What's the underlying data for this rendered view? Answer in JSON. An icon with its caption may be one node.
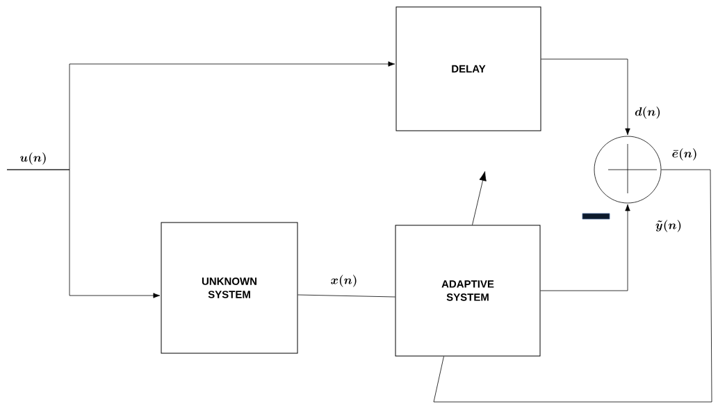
{
  "diagram": {
    "nodes": [
      {
        "text": [
          "DELAY"
        ]
      },
      {
        "text": [
          "UNKNOWN SYSTEM"
        ]
      },
      {
        "text": [
          "ADAPTIVE SYSTEM"
        ]
      },
      {
        "text": [],
        "shape": "circle"
      }
    ],
    "edges": [
      {
        "from": null,
        "to": 0,
        "arrow": "to"
      },
      {
        "from": null,
        "to": 1,
        "arrow": "to"
      },
      {
        "from": 1,
        "to": 2,
        "arrow": "none",
        "label": "x(n)"
      },
      {
        "from": 0,
        "to": 3,
        "arrow": "to",
        "label": "d(n)"
      },
      {
        "from": 2,
        "to": 3,
        "arrow": "to",
        "label": "\\tilde{y}(n)"
      },
      {
        "from": 3,
        "to": 2,
        "arrow": "none",
        "label": "\\bar{e}(n)"
      },
      {
        "from": 2,
        "to": null,
        "arrow": "to"
      }
    ],
    "labels": [
      "u(n)"
    ]
  }
}
